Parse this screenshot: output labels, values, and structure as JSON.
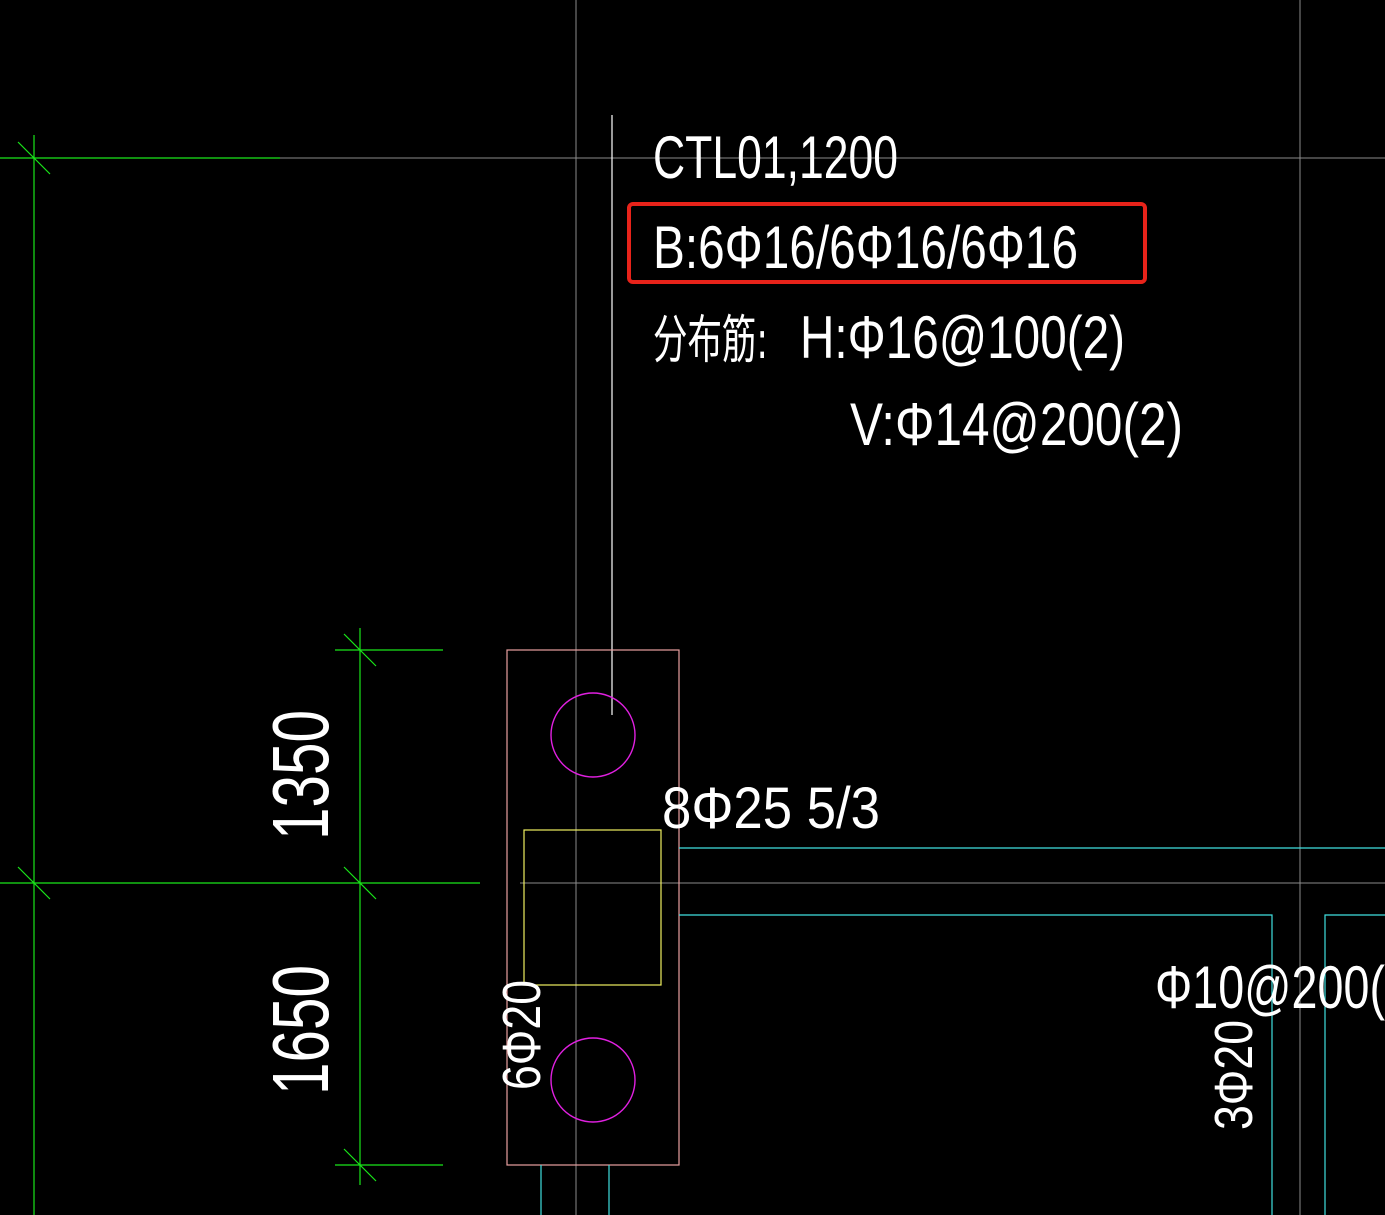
{
  "annotation": {
    "beam_label": "CTL01,1200",
    "bottom_rebar": "B:6Φ16/6Φ16/6Φ16",
    "distribution_label": "分布筋:",
    "distribution_h": "H:Φ16@100(2)",
    "distribution_v": "V:Φ14@200(2)"
  },
  "pile_cap": {
    "main_rebar": "8Φ25 5/3",
    "side_rebar": "6Φ20"
  },
  "beam_right": {
    "stirrup": "Φ10@200(",
    "side_rebar": "3Φ20"
  },
  "dimensions": {
    "upper": "1350",
    "lower": "1650"
  },
  "highlight": {
    "color": "#e8231a"
  },
  "colors": {
    "background": "#000000",
    "text": "#ffffff",
    "dimension": "#19e619",
    "axis": "#8a8a8a",
    "outline_pink": "#e8a0a0",
    "circle": "#e020e0",
    "column": "#f0f060",
    "beam_cyan": "#40e0e0"
  }
}
